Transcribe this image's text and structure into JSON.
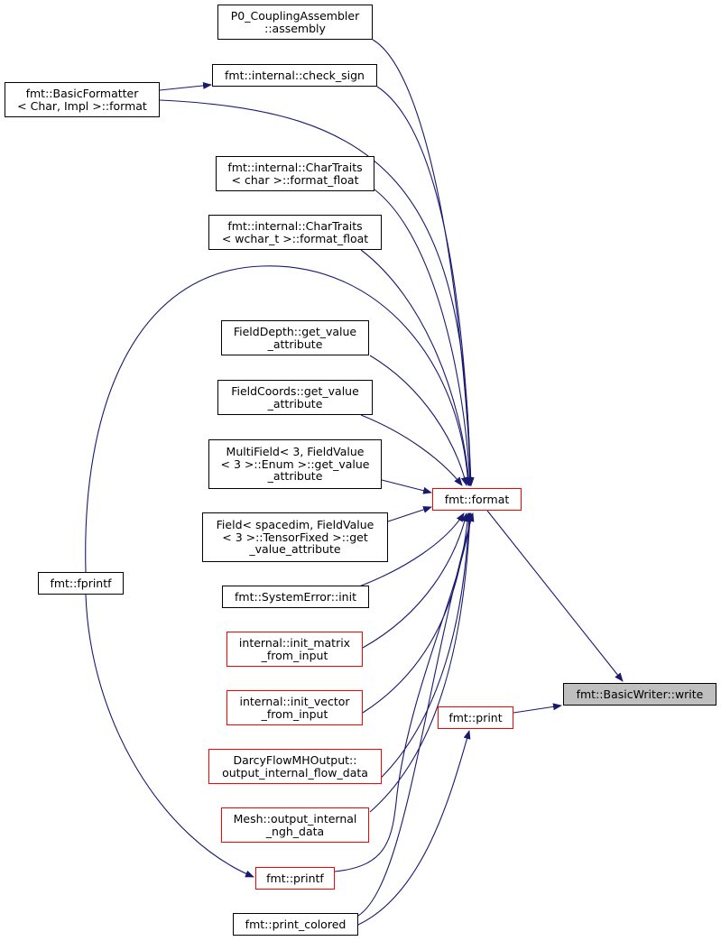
{
  "colors": {
    "edge": "#191970",
    "truncated_border": "#ff0000",
    "normal_border": "#000000",
    "current_fill": "#bfbfbf"
  },
  "nodes": [
    {
      "id": "assembly",
      "lines": [
        "P0_CouplingAssembler",
        "::assembly"
      ],
      "style": "normal"
    },
    {
      "id": "check_sign",
      "lines": [
        "fmt::internal::check_sign"
      ],
      "style": "normal"
    },
    {
      "id": "basic_formatter",
      "lines": [
        "fmt::BasicFormatter",
        "< Char, Impl >::format"
      ],
      "style": "normal"
    },
    {
      "id": "chartraits_char",
      "lines": [
        "fmt::internal::CharTraits",
        "< char >::format_float"
      ],
      "style": "normal"
    },
    {
      "id": "chartraits_wchar",
      "lines": [
        "fmt::internal::CharTraits",
        "< wchar_t >::format_float"
      ],
      "style": "normal"
    },
    {
      "id": "fielddepth",
      "lines": [
        "FieldDepth::get_value",
        "_attribute"
      ],
      "style": "normal"
    },
    {
      "id": "fieldcoords",
      "lines": [
        "FieldCoords::get_value",
        "_attribute"
      ],
      "style": "normal"
    },
    {
      "id": "multifield",
      "lines": [
        "MultiField< 3, FieldValue",
        "< 3 >::Enum >::get_value",
        "_attribute"
      ],
      "style": "normal"
    },
    {
      "id": "field",
      "lines": [
        "Field< spacedim, FieldValue",
        "< 3 >::TensorFixed >::get",
        "_value_attribute"
      ],
      "style": "normal"
    },
    {
      "id": "systemerror",
      "lines": [
        "fmt::SystemError::init"
      ],
      "style": "normal"
    },
    {
      "id": "init_matrix",
      "lines": [
        "internal::init_matrix",
        "_from_input"
      ],
      "style": "red"
    },
    {
      "id": "init_vector",
      "lines": [
        "internal::init_vector",
        "_from_input"
      ],
      "style": "red"
    },
    {
      "id": "darcy",
      "lines": [
        "DarcyFlowMHOutput::",
        "output_internal_flow_data"
      ],
      "style": "red"
    },
    {
      "id": "mesh",
      "lines": [
        "Mesh::output_internal",
        "_ngh_data"
      ],
      "style": "red"
    },
    {
      "id": "printf",
      "lines": [
        "fmt::printf"
      ],
      "style": "red"
    },
    {
      "id": "print_colored",
      "lines": [
        "fmt::print_colored"
      ],
      "style": "normal"
    },
    {
      "id": "fprintf",
      "lines": [
        "fmt::fprintf"
      ],
      "style": "normal"
    },
    {
      "id": "format",
      "lines": [
        "fmt::format"
      ],
      "style": "red"
    },
    {
      "id": "print",
      "lines": [
        "fmt::print"
      ],
      "style": "red"
    },
    {
      "id": "write",
      "lines": [
        "fmt::BasicWriter::write"
      ],
      "style": "current"
    }
  ],
  "edges": [
    [
      "assembly",
      "format"
    ],
    [
      "check_sign",
      "format"
    ],
    [
      "basic_formatter",
      "check_sign"
    ],
    [
      "basic_formatter",
      "format"
    ],
    [
      "chartraits_char",
      "format"
    ],
    [
      "chartraits_wchar",
      "format"
    ],
    [
      "fprintf",
      "format"
    ],
    [
      "fielddepth",
      "format"
    ],
    [
      "fieldcoords",
      "format"
    ],
    [
      "multifield",
      "format"
    ],
    [
      "field",
      "format"
    ],
    [
      "systemerror",
      "format"
    ],
    [
      "init_matrix",
      "format"
    ],
    [
      "init_vector",
      "format"
    ],
    [
      "darcy",
      "format"
    ],
    [
      "mesh",
      "format"
    ],
    [
      "printf",
      "format"
    ],
    [
      "print_colored",
      "format"
    ],
    [
      "format",
      "write"
    ],
    [
      "print",
      "write"
    ],
    [
      "fprintf",
      "printf"
    ],
    [
      "print_colored",
      "print"
    ]
  ]
}
